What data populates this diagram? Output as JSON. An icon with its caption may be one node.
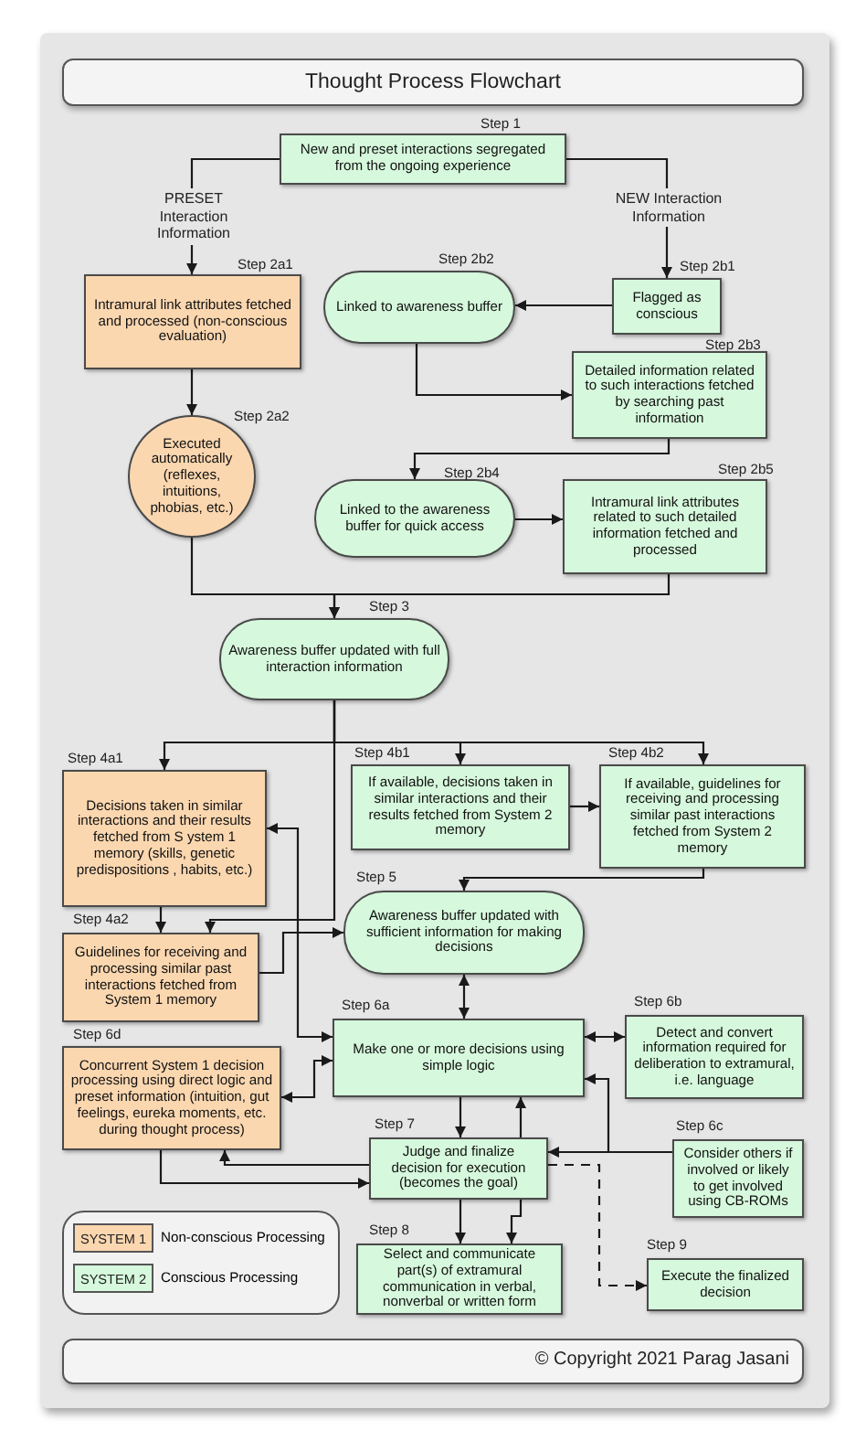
{
  "diagram": {
    "title": "Thought Process Flowchart",
    "nodes": [
      {
        "text": [
          "New and preset interactions segregated from the ongoing experience"
        ],
        "beside": [
          "Step 1"
        ]
      },
      {
        "text": [
          "Intramural link attributes fetched and processed (non-conscious evaluation)"
        ],
        "beside": [
          "Step 2a1"
        ]
      },
      {
        "text": [
          "Linked to awareness buffer"
        ],
        "beside": [
          "Step 2b2"
        ]
      },
      {
        "text": [
          "Flagged as conscious"
        ],
        "beside": [
          "Step 2b1"
        ]
      },
      {
        "text": [
          "Detailed information related to such interactions fetched by searching past information"
        ],
        "beside": [
          "Step 2b3"
        ]
      },
      {
        "text": [
          "Executed automatically (reflexes, intuitions, phobias, etc.)"
        ],
        "beside": [
          "Step 2a2"
        ]
      },
      {
        "text": [
          "Linked to the awareness buffer for quick access"
        ],
        "beside": [
          "Step 2b4"
        ]
      },
      {
        "text": [
          "Intramural link attributes related to such detailed information fetched and processed"
        ],
        "beside": [
          "Step 2b5"
        ]
      },
      {
        "text": [
          "Awareness buffer updated with full interaction information"
        ],
        "beside": [
          "Step 3"
        ]
      },
      {
        "text": [
          "Decisions taken in similar interactions and their results fetched from S ystem 1 memory (skills, genetic predispositions , habits, etc.)"
        ],
        "beside": [
          "Step 4a1"
        ]
      },
      {
        "text": [
          "If available, decisions taken in similar interactions and their results fetched from System 2 memory"
        ],
        "beside": [
          "Step 4b1"
        ]
      },
      {
        "text": [
          "If available, guidelines for receiving and processing similar past interactions fetched from System 2 memory"
        ],
        "beside": [
          "Step 4b2"
        ]
      },
      {
        "text": [
          "Awareness buffer updated with sufficient information for making decisions"
        ],
        "beside": [
          "Step 5"
        ]
      },
      {
        "text": [
          "Guidelines for receiving and processing similar past interactions fetched from System 1 memory"
        ],
        "beside": [
          "Step 4a2"
        ]
      },
      {
        "text": [
          "Make one or more decisions using simple logic"
        ],
        "beside": [
          "Step 6a"
        ]
      },
      {
        "text": [
          "Detect and convert information required for deliberation to extramural, i.e. language"
        ],
        "beside": [
          "Step 6b"
        ]
      },
      {
        "text": [
          "Concurrent System 1 decision processing using direct logic and preset information (intuition, gut feelings, eureka moments, etc. during thought process)"
        ],
        "beside": [
          "Step 6d"
        ]
      },
      {
        "text": [
          "Judge and finalize decision for execution (becomes the goal)"
        ],
        "beside": [
          "Step 7"
        ]
      },
      {
        "text": [
          "Consider others if involved or likely to get involved using CB-ROMs"
        ],
        "beside": [
          "Step 6c"
        ]
      },
      {
        "text": [
          "Select and communicate part(s) of extramural communication in verbal, nonverbal or written form"
        ],
        "beside": [
          "Step 8"
        ]
      },
      {
        "text": [
          "Execute the finalized decision"
        ],
        "beside": [
          "Step 9"
        ]
      }
    ],
    "edges": [
      {
        "from": 0,
        "to": 1,
        "arrow": "to",
        "label": "PRESET Interaction Information"
      },
      {
        "from": 0,
        "to": 3,
        "arrow": "to",
        "label": "NEW Interaction Information"
      },
      {
        "from": 3,
        "to": 2,
        "arrow": "to"
      },
      {
        "from": 2,
        "to": 4,
        "arrow": "to"
      },
      {
        "from": 4,
        "to": 6,
        "arrow": "to"
      },
      {
        "from": 6,
        "to": 7,
        "arrow": "to"
      },
      {
        "from": 1,
        "to": 5,
        "arrow": "to"
      },
      {
        "from": 5,
        "to": 8,
        "arrow": "to"
      },
      {
        "from": 7,
        "to": 8,
        "arrow": "to"
      },
      {
        "from": 8,
        "to": 9,
        "arrow": "to"
      },
      {
        "from": 8,
        "to": 10,
        "arrow": "to"
      },
      {
        "from": 8,
        "to": 11,
        "arrow": "to"
      },
      {
        "from": 8,
        "to": 13,
        "arrow": "to"
      },
      {
        "from": 9,
        "to": 13,
        "arrow": "to"
      },
      {
        "from": 10,
        "to": 11,
        "arrow": "to"
      },
      {
        "from": 11,
        "to": 12,
        "arrow": "to"
      },
      {
        "from": 13,
        "to": 12,
        "arrow": "to"
      },
      {
        "from": 9,
        "to": 14,
        "arrow": "both"
      },
      {
        "from": 12,
        "to": 14,
        "arrow": "both"
      },
      {
        "from": 15,
        "to": 14,
        "arrow": "both"
      },
      {
        "from": 16,
        "to": 14,
        "arrow": "both"
      },
      {
        "from": 14,
        "to": 17,
        "arrow": "to"
      },
      {
        "from": 17,
        "to": 14,
        "arrow": "to"
      },
      {
        "from": 18,
        "to": 17,
        "arrow": "to"
      },
      {
        "from": 18,
        "to": 14,
        "arrow": "to"
      },
      {
        "from": 16,
        "to": 17,
        "arrow": "to"
      },
      {
        "from": 17,
        "to": 16,
        "arrow": "to"
      },
      {
        "from": 17,
        "to": 19,
        "arrow": "to"
      },
      {
        "from": 17,
        "to": 19,
        "arrow": "to"
      },
      {
        "from": 17,
        "to": 20,
        "arrow": "to",
        "style": "dashed"
      }
    ],
    "labels": [
      "SYSTEM 1",
      "SYSTEM 2",
      "© Copyright 2021 Parag Jasani"
    ],
    "legend": [
      {
        "text": "Non-conscious Processing",
        "color": "#fbd7b0"
      },
      {
        "text": "Conscious Processing",
        "color": "#d6f8dc"
      }
    ]
  }
}
